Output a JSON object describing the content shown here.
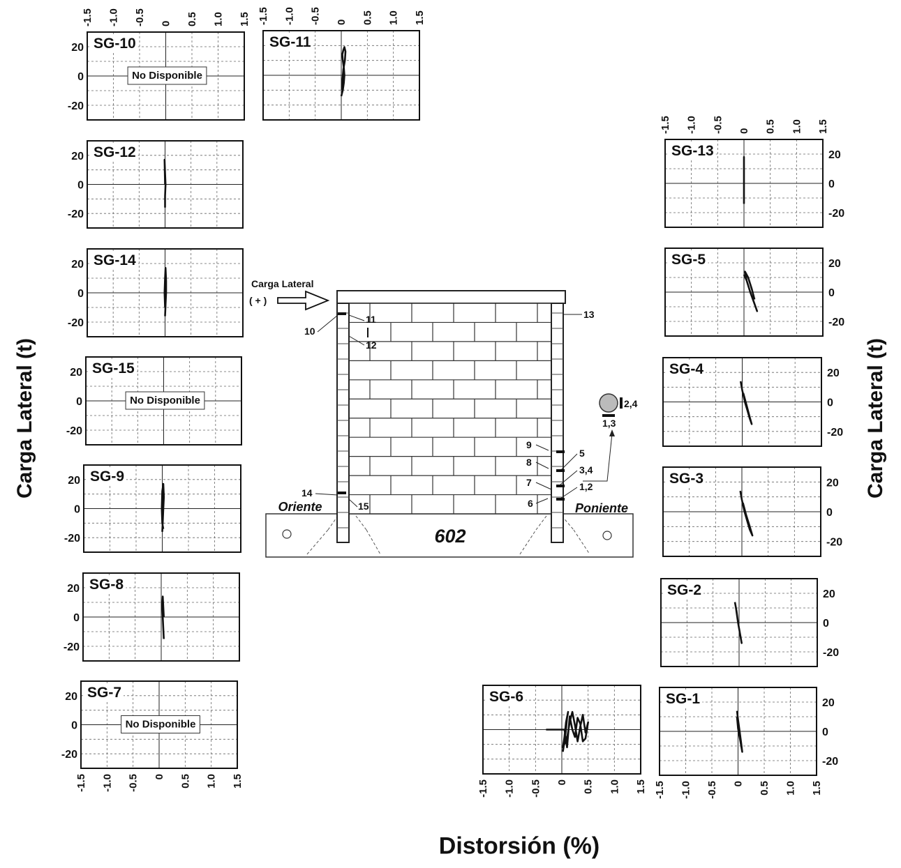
{
  "figure": {
    "y_axis_title": "Carga Lateral (t)",
    "x_axis_title": "Distorsión (%)",
    "not_available_label": "No Disponible"
  },
  "chart_data": [
    {
      "type": "line",
      "title": "SG-10",
      "xlim": [
        -1.5,
        1.5
      ],
      "ylim": [
        -30,
        30
      ],
      "xticks": [
        "-1.5",
        "-1.0",
        "-0.5",
        "0",
        "0.5",
        "1.0",
        "1.5"
      ],
      "yticks": [
        "20",
        "0",
        "-20"
      ],
      "available": false,
      "x": [],
      "y": []
    },
    {
      "type": "line",
      "title": "SG-11",
      "xlim": [
        -1.5,
        1.5
      ],
      "ylim": [
        -30,
        30
      ],
      "xticks": [
        "-1.5",
        "-1.0",
        "-0.5",
        "0",
        "0.5",
        "1.0",
        "1.5"
      ],
      "yticks": [],
      "available": true,
      "x": [
        0.0,
        0.03,
        0.05,
        0.06,
        0.05,
        0.03,
        0.02,
        0.04,
        0.06,
        0.08,
        0.07,
        0.04,
        0.02,
        0.01
      ],
      "y": [
        -14,
        -10,
        -5,
        0,
        5,
        10,
        14,
        17,
        19,
        16,
        10,
        4,
        -4,
        -10
      ]
    },
    {
      "type": "line",
      "title": "SG-12",
      "xlim": [
        -1.5,
        1.5
      ],
      "ylim": [
        -30,
        30
      ],
      "xticks": [],
      "yticks": [
        "20",
        "0",
        "-20"
      ],
      "available": true,
      "x": [
        0.0,
        0.0,
        0.01,
        0.0,
        -0.01,
        0.0
      ],
      "y": [
        -16,
        -8,
        0,
        8,
        17,
        0
      ]
    },
    {
      "type": "line",
      "title": "SG-14",
      "xlim": [
        -1.5,
        1.5
      ],
      "ylim": [
        -30,
        30
      ],
      "xticks": [],
      "yticks": [
        "20",
        "0",
        "-20"
      ],
      "available": true,
      "x": [
        0.0,
        0.01,
        0.02,
        0.02,
        0.01,
        0.0,
        -0.01,
        0.0
      ],
      "y": [
        -16,
        -8,
        0,
        8,
        17,
        10,
        0,
        -10
      ]
    },
    {
      "type": "line",
      "title": "SG-15",
      "xlim": [
        -1.5,
        1.5
      ],
      "ylim": [
        -30,
        30
      ],
      "xticks": [],
      "yticks": [
        "20",
        "0",
        "-20"
      ],
      "available": false,
      "x": [],
      "y": []
    },
    {
      "type": "line",
      "title": "SG-9",
      "xlim": [
        -1.5,
        1.5
      ],
      "ylim": [
        -30,
        30
      ],
      "xticks": [],
      "yticks": [
        "20",
        "0",
        "-20"
      ],
      "available": true,
      "x": [
        0.0,
        0.01,
        0.02,
        0.03,
        0.02,
        0.0,
        -0.01,
        0.0,
        0.02
      ],
      "y": [
        -16,
        -8,
        0,
        8,
        17,
        12,
        0,
        -10,
        -14
      ]
    },
    {
      "type": "line",
      "title": "SG-8",
      "xlim": [
        -1.5,
        1.5
      ],
      "ylim": [
        -30,
        30
      ],
      "xticks": [],
      "yticks": [
        "20",
        "0",
        "-20"
      ],
      "available": true,
      "x": [
        0.05,
        0.04,
        0.03,
        0.02,
        0.03,
        0.05
      ],
      "y": [
        -15,
        -8,
        0,
        8,
        14,
        0
      ]
    },
    {
      "type": "line",
      "title": "SG-7",
      "xlim": [
        -1.5,
        1.5
      ],
      "ylim": [
        -30,
        30
      ],
      "xticks": [
        "-1.5",
        "-1.0",
        "-0.5",
        "0",
        "0.5",
        "1.0",
        "1.5"
      ],
      "yticks": [
        "20",
        "0",
        "-20"
      ],
      "available": false,
      "x": [],
      "y": []
    },
    {
      "type": "line",
      "title": "SG-13",
      "xlim": [
        -1.5,
        1.5
      ],
      "ylim": [
        -30,
        30
      ],
      "xticks": [
        "-1.5",
        "-1.0",
        "-0.5",
        "0",
        "0.5",
        "1.0",
        "1.5"
      ],
      "yticks": [
        "20",
        "0",
        "-20"
      ],
      "available": true,
      "x": [
        0.0,
        0.0,
        0.0,
        0.0
      ],
      "y": [
        -14,
        0,
        18,
        0
      ]
    },
    {
      "type": "line",
      "title": "SG-5",
      "xlim": [
        -1.5,
        1.5
      ],
      "ylim": [
        -30,
        30
      ],
      "xticks": [],
      "yticks": [
        "20",
        "0",
        "-20"
      ],
      "available": true,
      "x": [
        0.0,
        0.05,
        0.12,
        0.18,
        0.22,
        0.25,
        0.2,
        0.12,
        0.05,
        0.02,
        0.08,
        0.15,
        0.2
      ],
      "y": [
        12,
        8,
        0,
        -6,
        -10,
        -13,
        -8,
        0,
        8,
        14,
        10,
        2,
        -5
      ]
    },
    {
      "type": "line",
      "title": "SG-4",
      "xlim": [
        -1.5,
        1.5
      ],
      "ylim": [
        -30,
        30
      ],
      "xticks": [],
      "yticks": [
        "20",
        "0",
        "-20"
      ],
      "available": true,
      "x": [
        -0.03,
        0.0,
        0.05,
        0.1,
        0.14,
        0.18,
        0.14,
        0.08,
        0.02
      ],
      "y": [
        14,
        8,
        0,
        -6,
        -11,
        -15,
        -10,
        -2,
        6
      ]
    },
    {
      "type": "line",
      "title": "SG-3",
      "xlim": [
        -1.5,
        1.5
      ],
      "ylim": [
        -30,
        30
      ],
      "xticks": [],
      "yticks": [
        "20",
        "0",
        "-20"
      ],
      "available": true,
      "x": [
        -0.03,
        0.0,
        0.05,
        0.1,
        0.15,
        0.2,
        0.15,
        0.08,
        0.02
      ],
      "y": [
        14,
        8,
        0,
        -6,
        -12,
        -16,
        -10,
        -2,
        6
      ]
    },
    {
      "type": "line",
      "title": "SG-2",
      "xlim": [
        -1.5,
        1.5
      ],
      "ylim": [
        -30,
        30
      ],
      "xticks": [],
      "yticks": [
        "20",
        "0",
        "-20"
      ],
      "available": true,
      "x": [
        -0.08,
        -0.05,
        -0.02,
        0.02,
        0.05,
        0.03,
        -0.02,
        -0.06
      ],
      "y": [
        14,
        8,
        0,
        -8,
        -14,
        -10,
        0,
        10
      ]
    },
    {
      "type": "line",
      "title": "SG-1",
      "xlim": [
        -1.5,
        1.5
      ],
      "ylim": [
        -30,
        30
      ],
      "xticks": [
        "-1.5",
        "-1.0",
        "-0.5",
        "0",
        "0.5",
        "1.0",
        "1.5"
      ],
      "yticks": [
        "20",
        "0",
        "-20"
      ],
      "available": true,
      "x": [
        -0.02,
        0.0,
        0.03,
        0.06,
        0.08,
        0.05,
        0.0,
        -0.02
      ],
      "y": [
        14,
        8,
        0,
        -8,
        -14,
        -8,
        2,
        10
      ]
    },
    {
      "type": "line",
      "title": "SG-6",
      "xlim": [
        -1.5,
        1.5
      ],
      "ylim": [
        -30,
        30
      ],
      "xticks": [
        "-1.5",
        "-1.0",
        "-0.5",
        "0",
        "0.5",
        "1.0",
        "1.5"
      ],
      "yticks": [],
      "available": true,
      "x": [
        0.02,
        0.05,
        0.08,
        0.1,
        0.12,
        0.08,
        0.05,
        0.02,
        0.1,
        0.15,
        0.2,
        0.25,
        0.3,
        0.35,
        0.4,
        0.45,
        0.5,
        0.45,
        0.4,
        0.35,
        0.3,
        0.25,
        0.2,
        0.15,
        0.1,
        0.05,
        -0.3
      ],
      "y": [
        -15,
        -8,
        0,
        8,
        12,
        5,
        -5,
        -12,
        -6,
        5,
        12,
        3,
        -8,
        2,
        10,
        -2,
        5,
        -6,
        -8,
        4,
        8,
        -5,
        0,
        9,
        -12,
        0,
        0
      ]
    }
  ],
  "specimen": {
    "label": "602",
    "load_label": "Carga Lateral",
    "load_sign": "( + )",
    "left_side": "Oriente",
    "right_side": "Poniente",
    "gauge_labels": [
      "10",
      "11",
      "12",
      "13",
      "14",
      "15",
      "9",
      "8",
      "7",
      "6",
      "5",
      "3,4",
      "1,2"
    ],
    "bar_detail_labels": [
      "2,4",
      "1,3"
    ]
  }
}
